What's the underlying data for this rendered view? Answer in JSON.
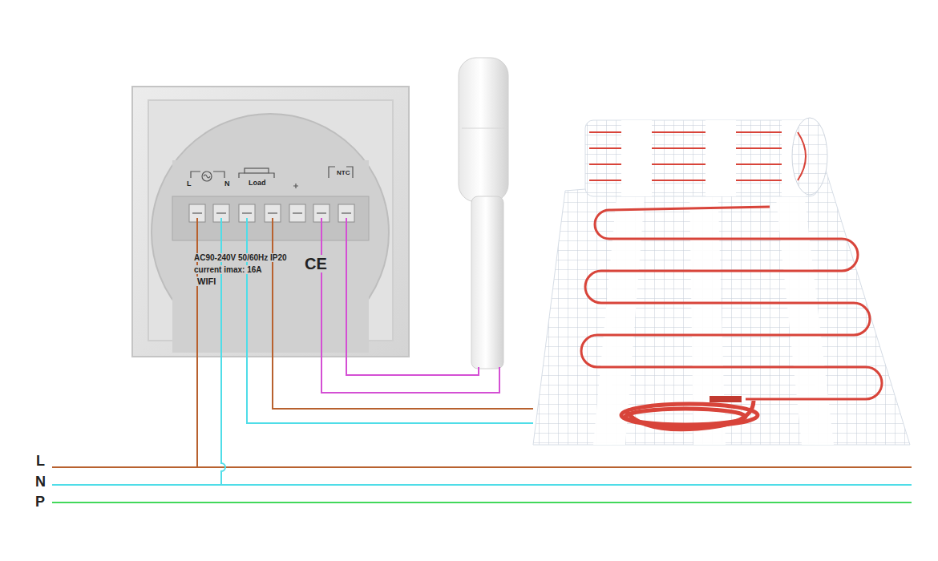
{
  "diagram": {
    "labels": [
      "L",
      "N",
      "Load",
      "NTC",
      "AC90-240V 50/60Hz IP20",
      "current imax: 16A",
      "WIFI",
      "CE",
      "L",
      "N",
      "P"
    ]
  }
}
